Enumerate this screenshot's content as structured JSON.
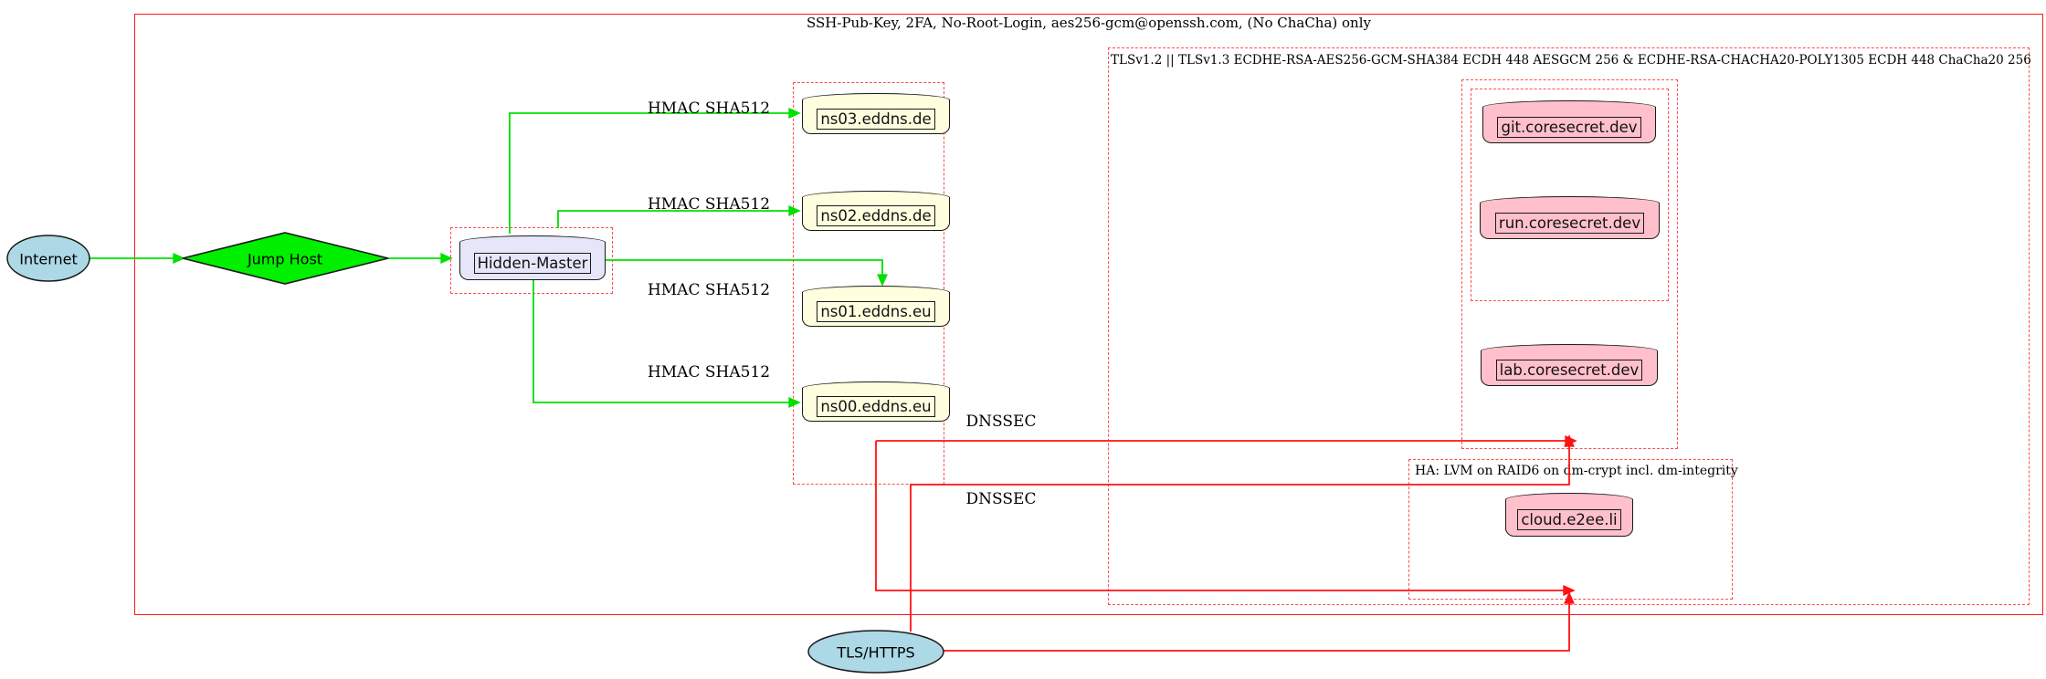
{
  "diagram": {
    "title": "SSH-Pub-Key, 2FA, No-Root-Login, aes256-gcm@openssh.com, (No ChaCha) only",
    "clusters": {
      "tls": "TLSv1.2 || TLSv1.3 ECDHE-RSA-AES256-GCM-SHA384 ECDH 448 AESGCM 256 & ECDHE-RSA-CHACHA20-POLY1305 ECDH 448 ChaCha20 256",
      "ha": "HA: LVM on RAID6 on dm-crypt incl. dm-integrity"
    },
    "nodes": {
      "internet": "Internet",
      "jump_host": "Jump Host",
      "hidden_master": "Hidden-Master",
      "ns03": "ns03.eddns.de",
      "ns02": "ns02.eddns.de",
      "ns01": "ns01.eddns.eu",
      "ns00": "ns00.eddns.eu",
      "git": "git.coresecret.dev",
      "run": "run.coresecret.dev",
      "lab": "lab.coresecret.dev",
      "cloud": "cloud.e2ee.li",
      "tls_https": "TLS/HTTPS"
    },
    "edge_labels": {
      "hmac": "HMAC SHA512",
      "dnssec": "DNSSEC"
    },
    "edges": [
      {
        "from": "Internet",
        "to": "Jump Host",
        "label": "",
        "color": "green"
      },
      {
        "from": "Jump Host",
        "to": "Hidden-Master",
        "label": "",
        "color": "green"
      },
      {
        "from": "Hidden-Master",
        "to": "ns03.eddns.de",
        "label": "HMAC SHA512",
        "color": "green"
      },
      {
        "from": "Hidden-Master",
        "to": "ns02.eddns.de",
        "label": "HMAC SHA512",
        "color": "green"
      },
      {
        "from": "Hidden-Master",
        "to": "ns01.eddns.eu",
        "label": "HMAC SHA512",
        "color": "green"
      },
      {
        "from": "Hidden-Master",
        "to": "ns00.eddns.eu",
        "label": "HMAC SHA512",
        "color": "green"
      },
      {
        "from": "nameserver-cluster",
        "to": "coresecret-cluster",
        "label": "DNSSEC",
        "color": "red"
      },
      {
        "from": "nameserver-cluster",
        "to": "ha-cluster",
        "label": "DNSSEC",
        "color": "red"
      },
      {
        "from": "TLS/HTTPS",
        "to": "coresecret-cluster",
        "label": "",
        "color": "red"
      },
      {
        "from": "TLS/HTTPS",
        "to": "ha-cluster",
        "label": "",
        "color": "red"
      }
    ],
    "colors": {
      "edge_green": "#00e000",
      "edge_red": "#ff1212",
      "cluster_dash_red": "#ff4d4d",
      "outer_box_red": "#ff1515",
      "internet_fill": "#add8e6",
      "jump_host_fill": "#00f000",
      "hidden_master_fill": "#e6e6fa",
      "nameserver_fill": "#ffffe0",
      "service_fill": "#ffc0cb",
      "tls_https_fill": "#add8e6"
    }
  }
}
